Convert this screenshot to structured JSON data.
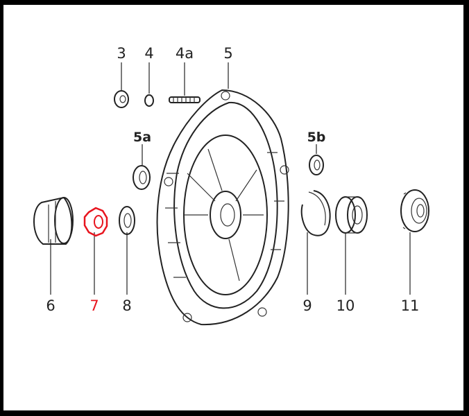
{
  "diagram": {
    "labels": {
      "p3": "3",
      "p4": "4",
      "p4a": "4a",
      "p5": "5",
      "p5a": "5a",
      "p5b": "5b",
      "p6": "6",
      "p7": "7",
      "p8": "8",
      "p9": "9",
      "p10": "10",
      "p11": "11"
    },
    "highlight_color": "#e8141e",
    "highlighted_part": "7"
  }
}
